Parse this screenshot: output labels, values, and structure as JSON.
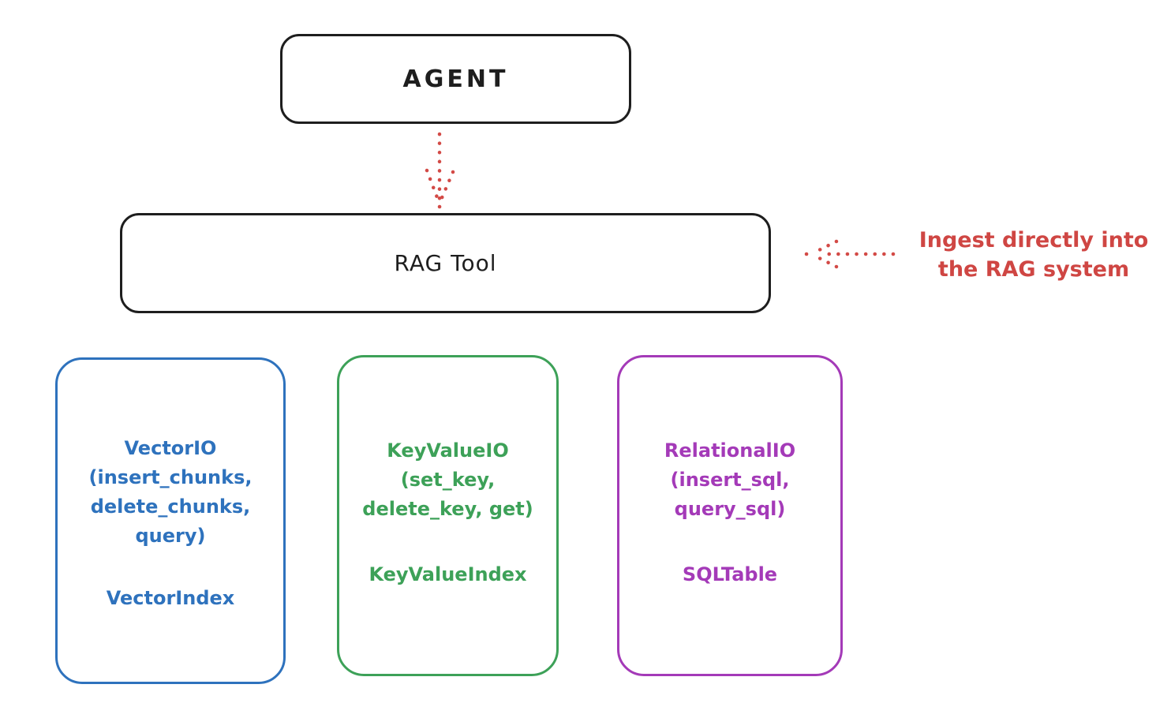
{
  "agent_box": {
    "label": "AGENT"
  },
  "rag_box": {
    "label": "RAG Tool"
  },
  "annotation": {
    "line1": "Ingest directly into",
    "line2": "the RAG system"
  },
  "io_boxes": [
    {
      "name": "vector",
      "color": "#2e72bd",
      "lines": [
        "VectorIO",
        "(insert_chunks,",
        "delete_chunks,",
        "query)"
      ],
      "index_label": "VectorIndex"
    },
    {
      "name": "keyvalue",
      "color": "#3da158",
      "lines": [
        "KeyValueIO",
        "(set_key,",
        "delete_key, get)"
      ],
      "index_label": "KeyValueIndex"
    },
    {
      "name": "relational",
      "color": "#a43ab8",
      "lines": [
        "RelationalIO",
        "(insert_sql,",
        "query_sql)"
      ],
      "index_label": "SQLTable"
    }
  ],
  "icons": {
    "down_arrow": "dotted-arrow-down-icon",
    "left_arrow": "dotted-arrow-left-icon"
  },
  "colors": {
    "stroke_black": "#1e1e1e",
    "red": "#cf4643",
    "blue": "#2e72bd",
    "green": "#3da158",
    "purple": "#a43ab8",
    "background": "#ffffff"
  }
}
